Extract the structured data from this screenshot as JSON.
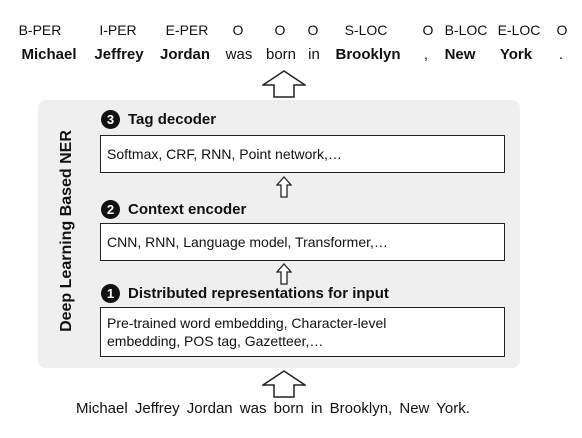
{
  "tags": [
    "B-PER",
    "I-PER",
    "E-PER",
    "O",
    "O",
    "O",
    "S-LOC",
    "O",
    "B-LOC",
    "E-LOC",
    "O"
  ],
  "tokens": [
    "Michael",
    "Jeffrey",
    "Jordan",
    "was",
    "born",
    "in",
    "Brooklyn",
    ",",
    "New",
    "York",
    "."
  ],
  "side_label": "Deep Learning Based NER",
  "steps": [
    {
      "number": "3",
      "title": "Tag decoder",
      "content": "Softmax, CRF, RNN, Point network,…"
    },
    {
      "number": "2",
      "title": "Context encoder",
      "content": "CNN, RNN, Language model, Transformer,…"
    },
    {
      "number": "1",
      "title": "Distributed representations for input",
      "content": "Pre-trained word embedding, Character-level embedding, POS tag, Gazetteer,…"
    }
  ],
  "input_sentence": "Michael Jeffrey Jordan was born in Brooklyn, New York."
}
